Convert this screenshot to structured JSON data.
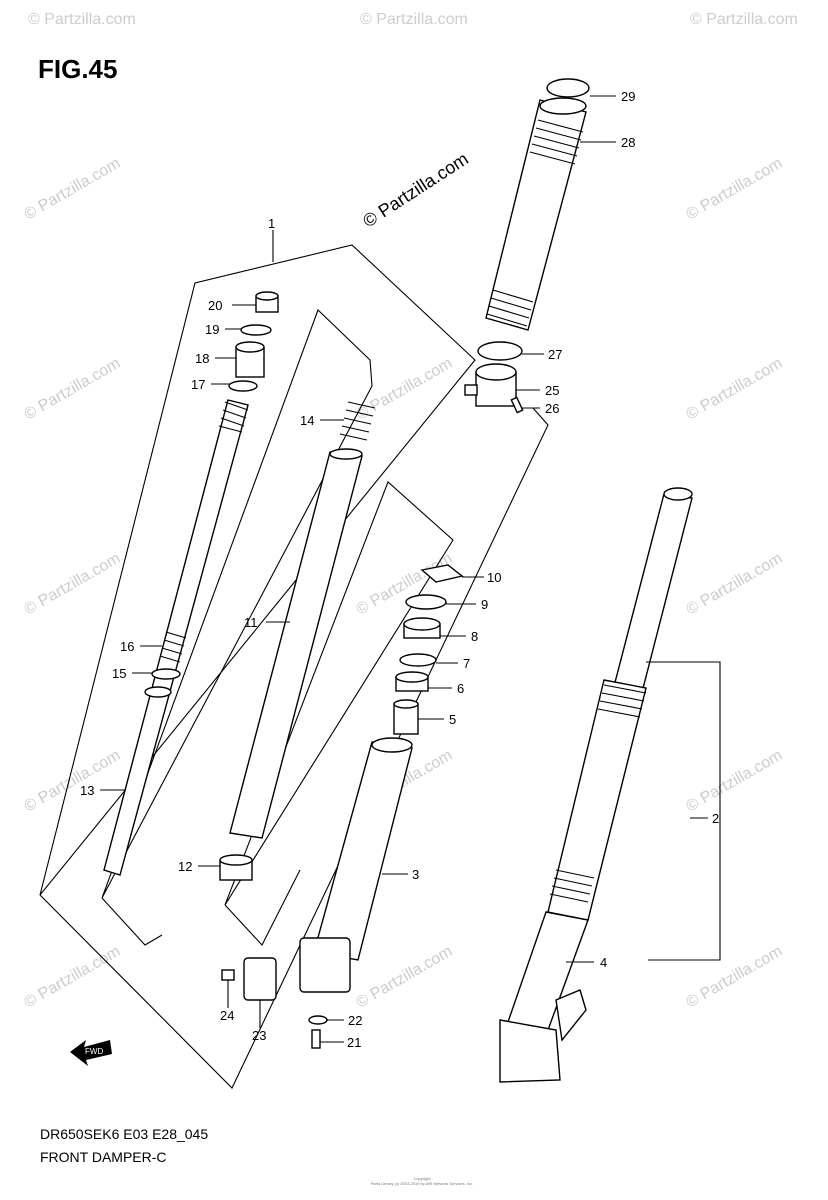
{
  "figure": {
    "title": "FIG.45"
  },
  "footer": {
    "model_code": "DR650SEK6 E03 E28_045",
    "diagram_name": "FRONT DAMPER-C"
  },
  "watermark": {
    "main": "© Partzilla.com",
    "repeat": "© Partzilla.com"
  },
  "copyright_small": {
    "line1": "Copyright",
    "line2": "Parts Library (c) 2003-2019 by ARI Network Services, Inc."
  },
  "fwd_icon": {
    "label": "FWD"
  },
  "callouts": [
    {
      "id": "1",
      "label": "1"
    },
    {
      "id": "2",
      "label": "2"
    },
    {
      "id": "3",
      "label": "3"
    },
    {
      "id": "4",
      "label": "4"
    },
    {
      "id": "5",
      "label": "5"
    },
    {
      "id": "6",
      "label": "6"
    },
    {
      "id": "7",
      "label": "7"
    },
    {
      "id": "8",
      "label": "8"
    },
    {
      "id": "9",
      "label": "9"
    },
    {
      "id": "10",
      "label": "10"
    },
    {
      "id": "11",
      "label": "11"
    },
    {
      "id": "12",
      "label": "12"
    },
    {
      "id": "13",
      "label": "13"
    },
    {
      "id": "14",
      "label": "14"
    },
    {
      "id": "15",
      "label": "15"
    },
    {
      "id": "16",
      "label": "16"
    },
    {
      "id": "17",
      "label": "17"
    },
    {
      "id": "18",
      "label": "18"
    },
    {
      "id": "19",
      "label": "19"
    },
    {
      "id": "20",
      "label": "20"
    },
    {
      "id": "21",
      "label": "21"
    },
    {
      "id": "22",
      "label": "22"
    },
    {
      "id": "23",
      "label": "23"
    },
    {
      "id": "24",
      "label": "24"
    },
    {
      "id": "25",
      "label": "25"
    },
    {
      "id": "26",
      "label": "26"
    },
    {
      "id": "27",
      "label": "27"
    },
    {
      "id": "28",
      "label": "28"
    },
    {
      "id": "29",
      "label": "29"
    }
  ],
  "colors": {
    "line": "#000000",
    "watermark": "#cccccc",
    "background": "#ffffff"
  }
}
